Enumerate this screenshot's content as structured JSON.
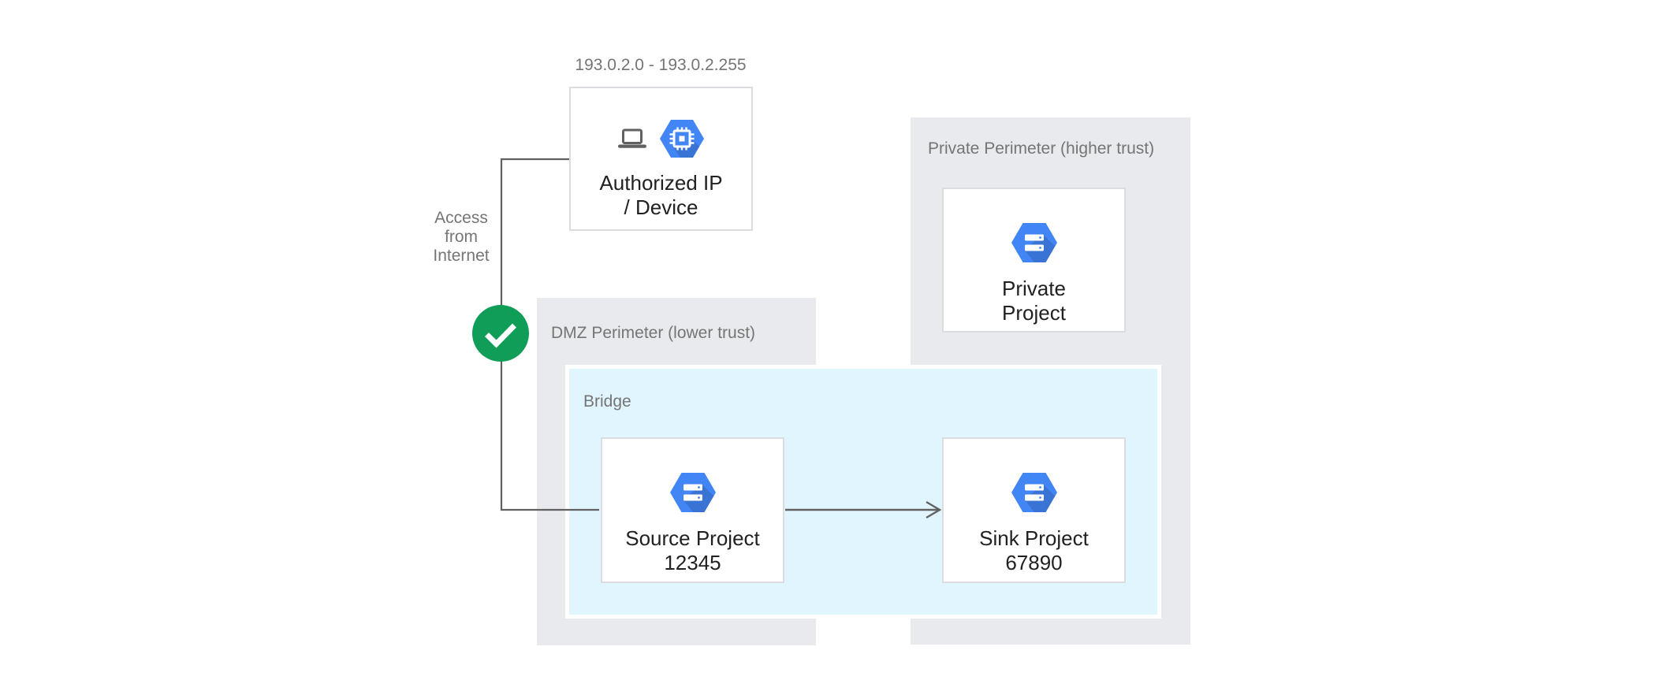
{
  "diagram": {
    "ip_range_label": "193.0.2.0 - 193.0.2.255",
    "access_label_lines": [
      "Access",
      "from",
      "Internet"
    ],
    "perimeters": {
      "dmz": {
        "label": "DMZ Perimeter (lower trust)"
      },
      "private": {
        "label": "Private Perimeter (higher trust)"
      }
    },
    "bridge": {
      "label": "Bridge"
    },
    "nodes": {
      "authorized": {
        "title_lines": [
          "Authorized IP",
          "/ Device"
        ],
        "icons": [
          "laptop-icon",
          "gcp-chip-hexagon-icon"
        ]
      },
      "source": {
        "title_lines": [
          "Source Project",
          "12345"
        ],
        "icon": "gcp-project-hexagon-icon"
      },
      "sink": {
        "title_lines": [
          "Sink Project",
          "67890"
        ],
        "icon": "gcp-project-hexagon-icon"
      },
      "private_project": {
        "title_lines": [
          "Private",
          "Project"
        ],
        "icon": "gcp-project-hexagon-icon"
      }
    },
    "status_icon": "check-icon",
    "colors": {
      "perimeter_fill": "#E8EAED",
      "bridge_fill": "#E1F5FE",
      "bridge_border": "#FFFFFF",
      "node_fill": "#FFFFFF",
      "node_border": "#DADCE0",
      "connector_gray": "#616161",
      "label_gray": "#757575",
      "title_dark": "#212121",
      "gcp_blue": "#4285F4",
      "check_green": "#0F9D58"
    }
  }
}
